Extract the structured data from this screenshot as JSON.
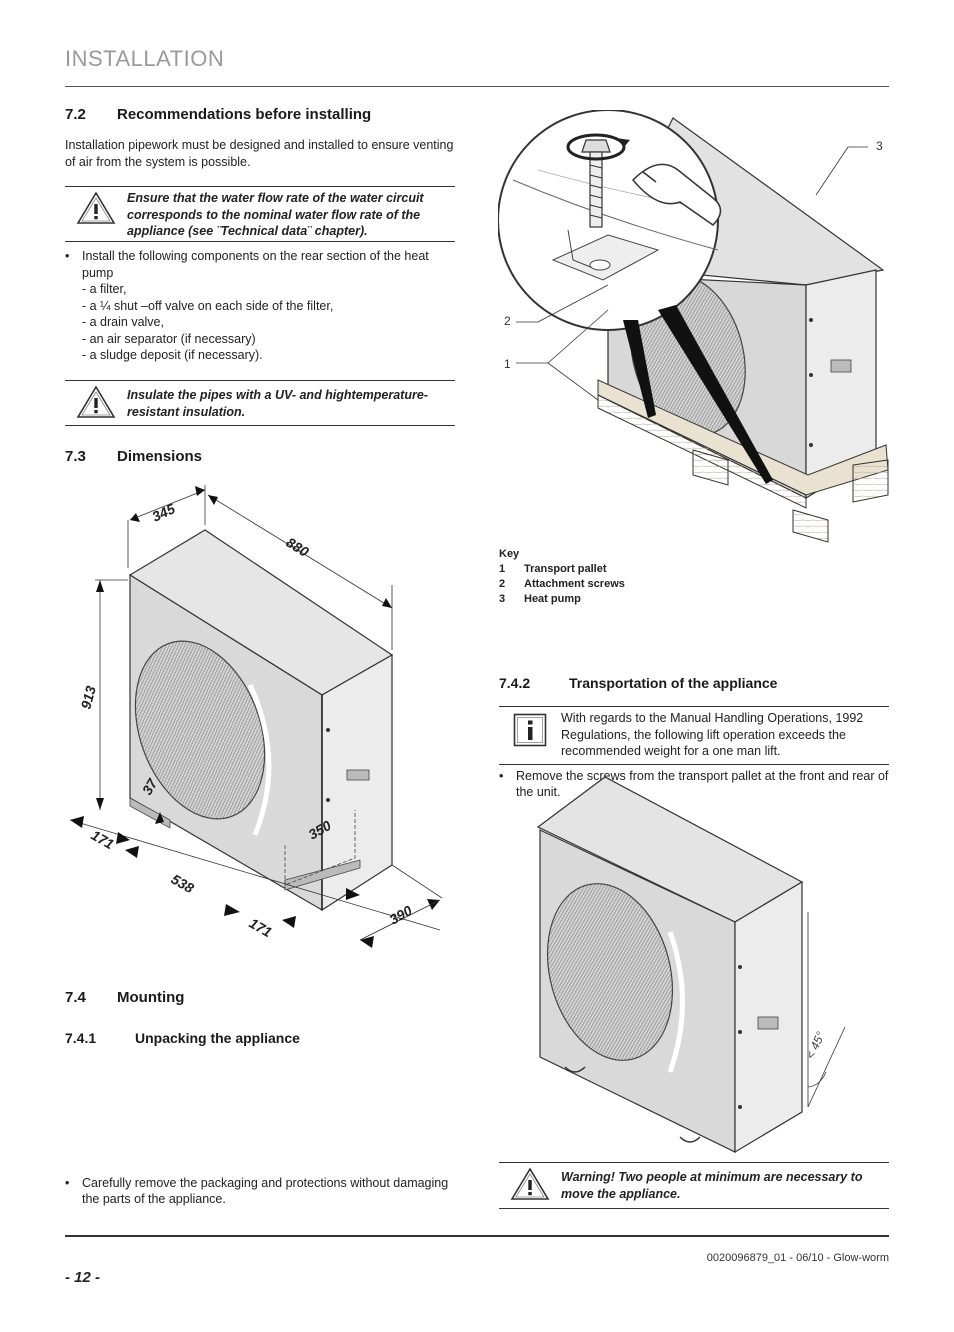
{
  "header": {
    "title": "INSTALLATION"
  },
  "s72": {
    "num": "7.2",
    "title": "Recommendations before installing",
    "intro": "Installation pipework must be designed and installed to ensure venting of air from the system is possible.",
    "warning1": "Ensure that the water flow rate of the water circuit corresponds to the nominal water flow rate of the appliance (see ¨Technical data¨ chapter).",
    "bullet": "Install the following components on the rear section of the heat pump",
    "items": [
      "- a filter,",
      "- a ¼ shut –off valve on each side of the filter,",
      "- a drain valve,",
      "- an air separator (if necessary)",
      "- a sludge deposit (if necessary)."
    ],
    "warning2": "Insulate the pipes with a UV- and hightemperature- resistant insulation."
  },
  "s73": {
    "num": "7.3",
    "title": "Dimensions",
    "dims": {
      "width": "880",
      "depth": "345",
      "height": "913",
      "foot_height": "37",
      "left_offset": "171",
      "feet_spacing": "538",
      "right_offset": "171",
      "foot_depth": "350",
      "base_depth": "390"
    }
  },
  "s74": {
    "num": "7.4",
    "title": "Mounting",
    "s741": {
      "num": "7.4.1",
      "title": "Unpacking the appliance",
      "bullet": "Carefully remove the packaging and protections without damaging the parts of the appliance."
    }
  },
  "figure1": {
    "callouts": [
      "1",
      "2",
      "3"
    ],
    "key_title": "Key",
    "key": [
      {
        "n": "1",
        "label": "Transport pallet"
      },
      {
        "n": "2",
        "label": "Attachment screws"
      },
      {
        "n": "3",
        "label": "Heat pump"
      }
    ],
    "bullet": "Remove the screws from the transport pallet at the front and rear of the unit."
  },
  "s742": {
    "num": "7.4.2",
    "title": "Transportation of the appliance",
    "info": "With regards to the Manual Handling Operations, 1992 Regulations, the following lift operation exceeds the recommended weight for a one man lift.",
    "angle": "< 45°",
    "warning": "Warning! Two people at minimum are necessary to move the appliance."
  },
  "footer": {
    "page": "- 12 -",
    "doc": "0020096879_01 - 06/10 - Glow-worm"
  }
}
